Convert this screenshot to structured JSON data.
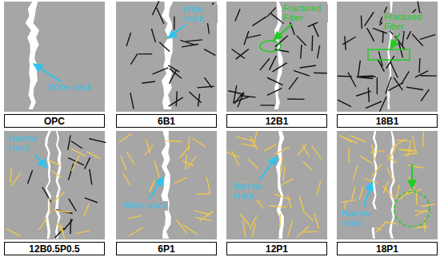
{
  "diagram": {
    "nodes": [
      {
        "text": [
          "OPC"
        ]
      },
      {
        "text": [
          "6B1"
        ]
      },
      {
        "text": [
          "12B1"
        ]
      },
      {
        "text": [
          "18B1"
        ]
      },
      {
        "text": [
          "12B0.5P0.5"
        ]
      },
      {
        "text": [
          "6P1"
        ]
      },
      {
        "text": [
          "12P1"
        ]
      },
      {
        "text": [
          "18P1"
        ]
      }
    ],
    "labels": [
      "Wide crack",
      "Wide crack",
      "Fractured Fiber",
      "Fractured Fiber",
      "Narrow crack",
      "Wide crack",
      "Narrow crack",
      "Narrow crack"
    ]
  }
}
